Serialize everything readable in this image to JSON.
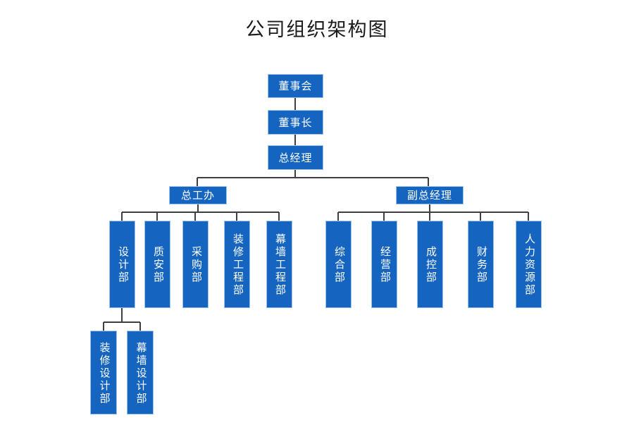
{
  "page": {
    "title": "公司组织架构图",
    "background_color": "#ffffff"
  },
  "theme": {
    "box_fill": "#1565c0",
    "box_border": "#9dc3e6",
    "box_text": "#ffffff",
    "connector_color": "#3f3f3f",
    "title_color": "#1a1a1a"
  },
  "chart_data": {
    "type": "diagram",
    "diagram_type": "organization-chart",
    "title": "公司组织架构图",
    "orientation": "top-down",
    "nodes": [
      {
        "id": "board",
        "label": "董事会",
        "level": 0,
        "parent": null,
        "text_direction": "horizontal"
      },
      {
        "id": "chairman",
        "label": "董事长",
        "level": 1,
        "parent": "board",
        "text_direction": "horizontal"
      },
      {
        "id": "gm",
        "label": "总经理",
        "level": 2,
        "parent": "chairman",
        "text_direction": "horizontal"
      },
      {
        "id": "chief-eng-office",
        "label": "总工办",
        "level": 3,
        "parent": "gm",
        "text_direction": "horizontal"
      },
      {
        "id": "deputy-gm",
        "label": "副总经理",
        "level": 3,
        "parent": "gm",
        "text_direction": "horizontal"
      },
      {
        "id": "design",
        "label": "设计部",
        "level": 4,
        "parent": "chief-eng-office",
        "text_direction": "vertical"
      },
      {
        "id": "quality-safety",
        "label": "质安部",
        "level": 4,
        "parent": "chief-eng-office",
        "text_direction": "vertical"
      },
      {
        "id": "purchasing",
        "label": "采购部",
        "level": 4,
        "parent": "chief-eng-office",
        "text_direction": "vertical"
      },
      {
        "id": "decoration-eng",
        "label": "装修工程部",
        "level": 4,
        "parent": "chief-eng-office",
        "text_direction": "vertical"
      },
      {
        "id": "curtainwall-eng",
        "label": "幕墙工程部",
        "level": 4,
        "parent": "chief-eng-office",
        "text_direction": "vertical"
      },
      {
        "id": "general-affairs",
        "label": "综合部",
        "level": 4,
        "parent": "deputy-gm",
        "text_direction": "vertical"
      },
      {
        "id": "operations",
        "label": "经营部",
        "level": 4,
        "parent": "deputy-gm",
        "text_direction": "vertical"
      },
      {
        "id": "cost-control",
        "label": "成控部",
        "level": 4,
        "parent": "deputy-gm",
        "text_direction": "vertical"
      },
      {
        "id": "finance",
        "label": "财务部",
        "level": 4,
        "parent": "deputy-gm",
        "text_direction": "vertical"
      },
      {
        "id": "human-resources",
        "label": "人力资源部",
        "level": 4,
        "parent": "deputy-gm",
        "text_direction": "vertical"
      },
      {
        "id": "decoration-design",
        "label": "装修设计部",
        "level": 5,
        "parent": "design",
        "text_direction": "vertical"
      },
      {
        "id": "curtainwall-design",
        "label": "幕墙设计部",
        "level": 5,
        "parent": "design",
        "text_direction": "vertical"
      }
    ],
    "edges": [
      {
        "from": "board",
        "to": "chairman"
      },
      {
        "from": "chairman",
        "to": "gm"
      },
      {
        "from": "gm",
        "to": "chief-eng-office"
      },
      {
        "from": "gm",
        "to": "deputy-gm"
      },
      {
        "from": "chief-eng-office",
        "to": "design"
      },
      {
        "from": "chief-eng-office",
        "to": "quality-safety"
      },
      {
        "from": "chief-eng-office",
        "to": "purchasing"
      },
      {
        "from": "chief-eng-office",
        "to": "decoration-eng"
      },
      {
        "from": "chief-eng-office",
        "to": "curtainwall-eng"
      },
      {
        "from": "deputy-gm",
        "to": "general-affairs"
      },
      {
        "from": "deputy-gm",
        "to": "operations"
      },
      {
        "from": "deputy-gm",
        "to": "cost-control"
      },
      {
        "from": "deputy-gm",
        "to": "finance"
      },
      {
        "from": "deputy-gm",
        "to": "human-resources"
      },
      {
        "from": "design",
        "to": "decoration-design"
      },
      {
        "from": "design",
        "to": "curtainwall-design"
      }
    ]
  },
  "labels": {
    "board": "董事会",
    "chairman": "董事长",
    "gm": "总经理",
    "chief_eng_office": "总工办",
    "deputy_gm": "副总经理",
    "design": "设计部",
    "quality_safety": "质安部",
    "purchasing": "采购部",
    "decoration_eng": "装修工程部",
    "curtainwall_eng": "幕墙工程部",
    "general_affairs": "综合部",
    "operations": "经营部",
    "cost_control": "成控部",
    "finance": "财务部",
    "human_resources": "人力资源部",
    "decoration_design": "装修设计部",
    "curtainwall_design": "幕墙设计部"
  }
}
